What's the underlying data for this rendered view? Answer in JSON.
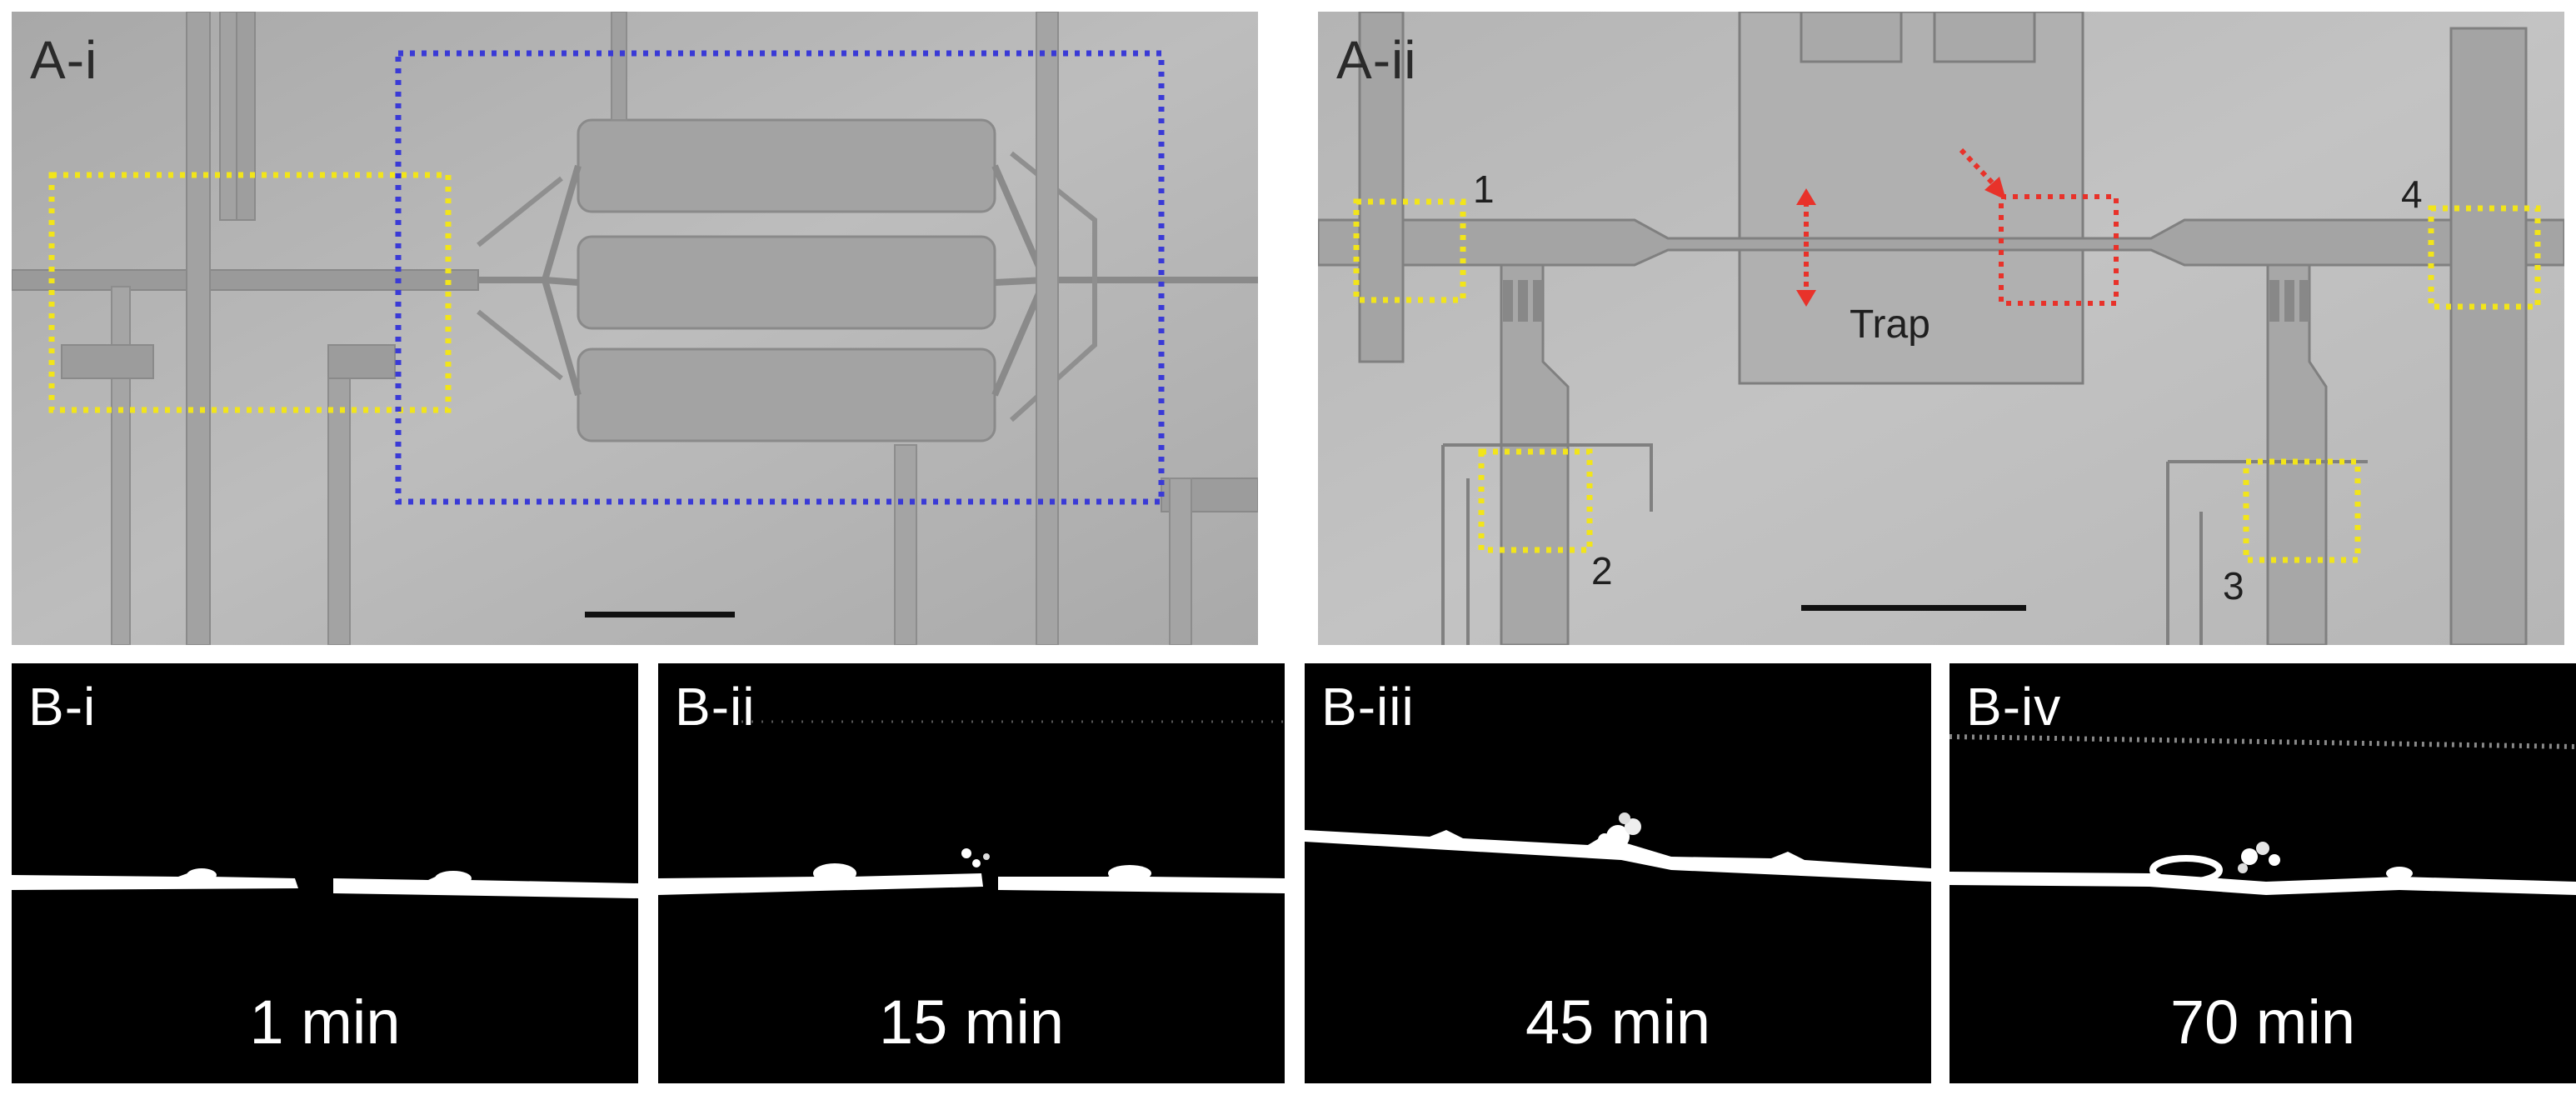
{
  "panels_top": [
    {
      "id": "a-i",
      "label": "A-i"
    },
    {
      "id": "a-ii",
      "label": "A-ii"
    }
  ],
  "ports": [
    "1",
    "2",
    "3",
    "4"
  ],
  "trap_label": "Trap",
  "panels_bottom": [
    {
      "id": "b-i",
      "label": "B-i",
      "time": "1 min"
    },
    {
      "id": "b-ii",
      "label": "B-ii",
      "time": "15 min"
    },
    {
      "id": "b-iii",
      "label": "B-iii",
      "time": "45 min"
    },
    {
      "id": "b-iv",
      "label": "B-iv",
      "time": "70 min"
    }
  ],
  "colors": {
    "yellow_box": "#f2e51a",
    "blue_box": "#3a3ad6",
    "red_box": "#e8322a",
    "micrograph_bg": "#b3b3b3",
    "fluorescence_bg": "#000000"
  }
}
